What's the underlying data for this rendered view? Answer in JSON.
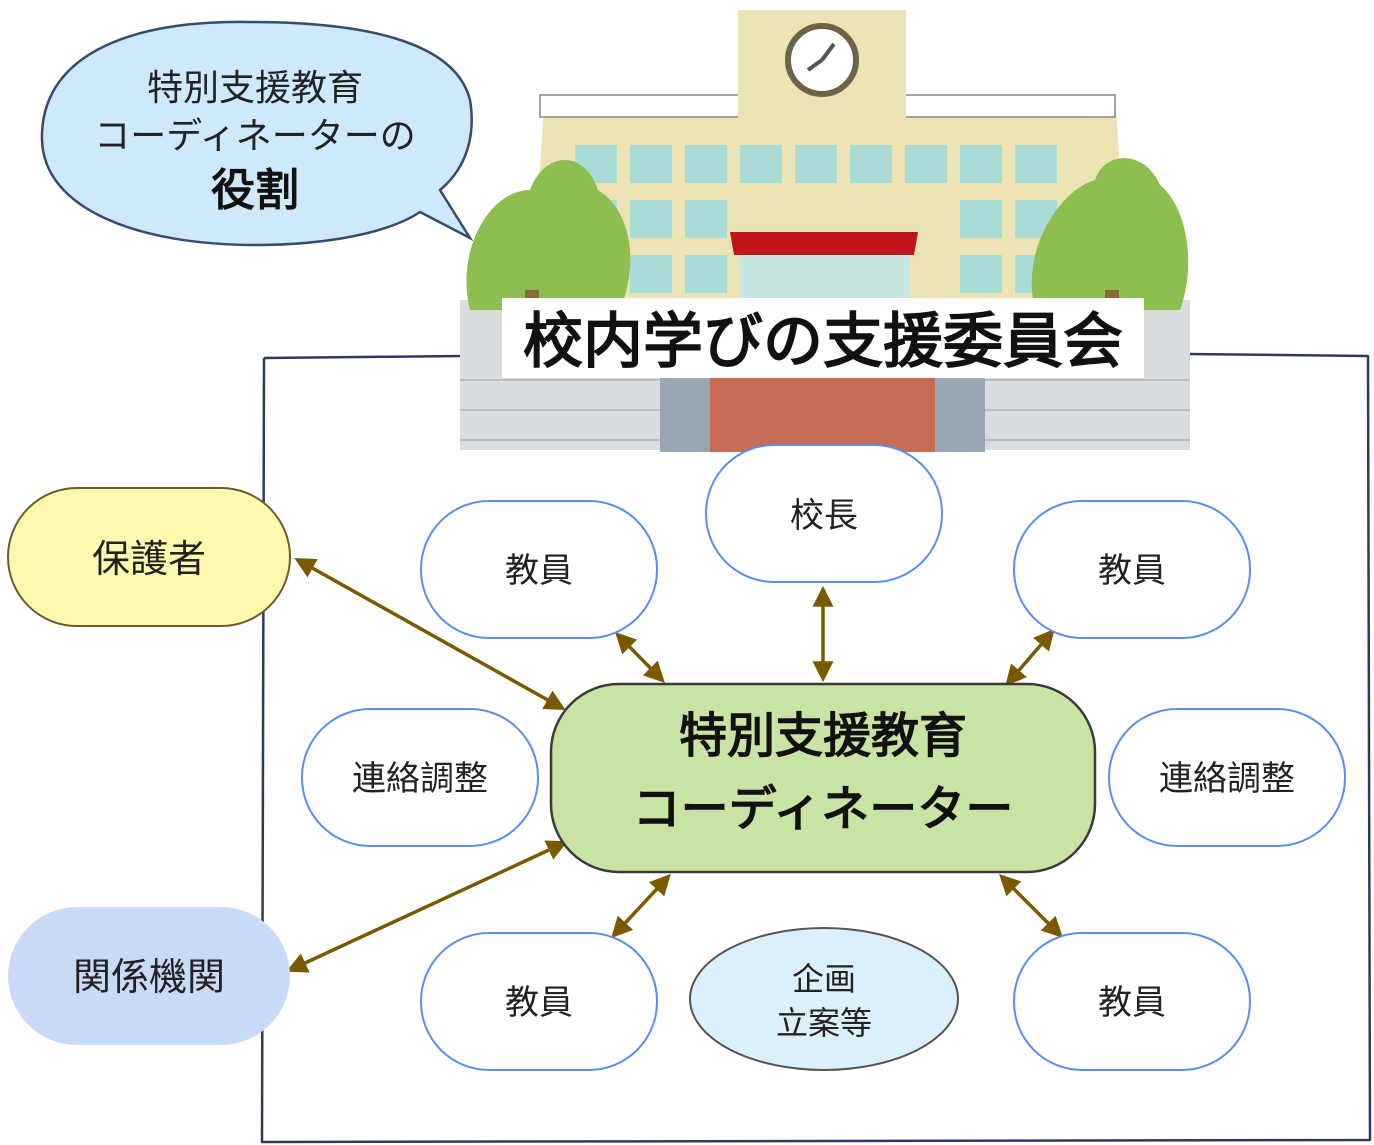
{
  "bubble": {
    "line1": "特別支援教育",
    "line2": "コーディネーターの",
    "line3": "役割"
  },
  "banner": {
    "title": "校内学びの支援委員会"
  },
  "coordinator": {
    "line1": "特別支援教育",
    "line2": "コーディネーター"
  },
  "nodes": {
    "principal": "校長",
    "teacher_upper_left": "教員",
    "teacher_upper_right": "教員",
    "teacher_lower_left": "教員",
    "teacher_lower_right": "教員",
    "liaison_left": "連絡調整",
    "liaison_right": "連絡調整",
    "planning_line1": "企画",
    "planning_line2": "立案等"
  },
  "external": {
    "guardians": "保護者",
    "agencies": "関係機関"
  },
  "colors": {
    "arrow": "#7a5a00",
    "node_border": "#5b8def",
    "coordinator_fill": "#c9e3a5",
    "guardians_fill": "#fff9b0",
    "agencies_fill": "#c9daf8",
    "planning_fill": "#dbeffc",
    "bubble_fill": "#cde9fa"
  }
}
